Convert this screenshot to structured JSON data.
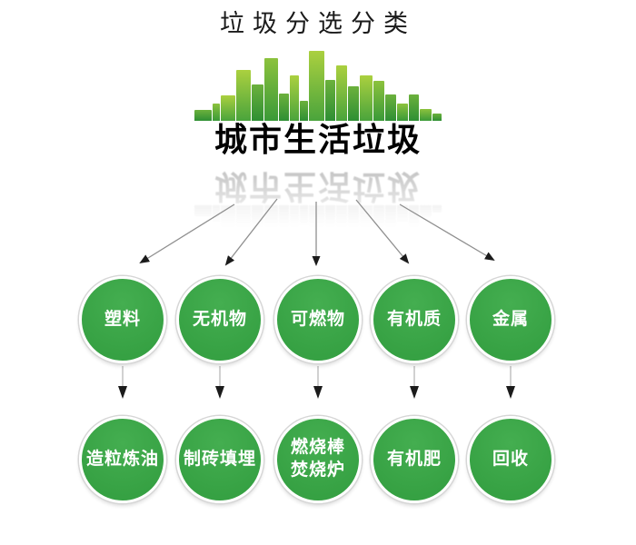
{
  "page": {
    "title": "垃圾分选分类"
  },
  "source": {
    "label": "城市生活垃圾"
  },
  "colors": {
    "title_text": "#1a1a1a",
    "logo_text": "#000000",
    "circle_green": "#36a143",
    "circle_green_light": "#44ae50",
    "circle_ring": "#d6d6d6",
    "circle_text": "#ffffff",
    "arrow_line": "#8f8f8f",
    "arrow_line_light": "#cccccc",
    "arrow_head": "#1b1b1b",
    "bar_light_top": "#abd03f",
    "bar_light_bottom": "#4aa43c",
    "bar_mid_top": "#8cc23d",
    "bar_mid_bottom": "#3a9a38",
    "bar_dark_top": "#6cb13c",
    "bar_dark_bottom": "#2e8f34"
  },
  "skyline": {
    "bars": [
      {
        "w": 19,
        "h": 12,
        "tone": "dark"
      },
      {
        "w": 8,
        "h": 19,
        "tone": "mid"
      },
      {
        "w": 16,
        "h": 28,
        "tone": "light"
      },
      {
        "w": 16,
        "h": 56,
        "tone": "light"
      },
      {
        "w": 13,
        "h": 40,
        "tone": "dark"
      },
      {
        "w": 15,
        "h": 69,
        "tone": "mid"
      },
      {
        "w": 11,
        "h": 30,
        "tone": "dark"
      },
      {
        "w": 10,
        "h": 50,
        "tone": "light"
      },
      {
        "w": 9,
        "h": 22,
        "tone": "dark"
      },
      {
        "w": 17,
        "h": 77,
        "tone": "light"
      },
      {
        "w": 11,
        "h": 45,
        "tone": "dark"
      },
      {
        "w": 12,
        "h": 61,
        "tone": "light"
      },
      {
        "w": 12,
        "h": 38,
        "tone": "dark"
      },
      {
        "w": 14,
        "h": 50,
        "tone": "light"
      },
      {
        "w": 12,
        "h": 44,
        "tone": "mid"
      },
      {
        "w": 12,
        "h": 29,
        "tone": "dark"
      },
      {
        "w": 12,
        "h": 19,
        "tone": "mid"
      },
      {
        "w": 11,
        "h": 29,
        "tone": "dark"
      },
      {
        "w": 13,
        "h": 13,
        "tone": "mid"
      },
      {
        "w": 10,
        "h": 8,
        "tone": "dark"
      }
    ]
  },
  "categories": [
    {
      "label": "塑料"
    },
    {
      "label": "无机物"
    },
    {
      "label": "可燃物"
    },
    {
      "label": "有机质"
    },
    {
      "label": "金属"
    }
  ],
  "destinations": [
    {
      "label": "造粒炼油"
    },
    {
      "label": "制砖填埋"
    },
    {
      "label": "燃烧棒焚烧炉"
    },
    {
      "label": "有机肥"
    },
    {
      "label": "回收"
    }
  ],
  "connections": {
    "from_source_to": [
      "塑料",
      "无机物",
      "可燃物",
      "有机质",
      "金属"
    ],
    "category_to_destination": [
      [
        "塑料",
        "造粒炼油"
      ],
      [
        "无机物",
        "制砖填埋"
      ],
      [
        "可燃物",
        "燃烧棒焚烧炉"
      ],
      [
        "有机质",
        "有机肥"
      ],
      [
        "金属",
        "回收"
      ]
    ]
  }
}
